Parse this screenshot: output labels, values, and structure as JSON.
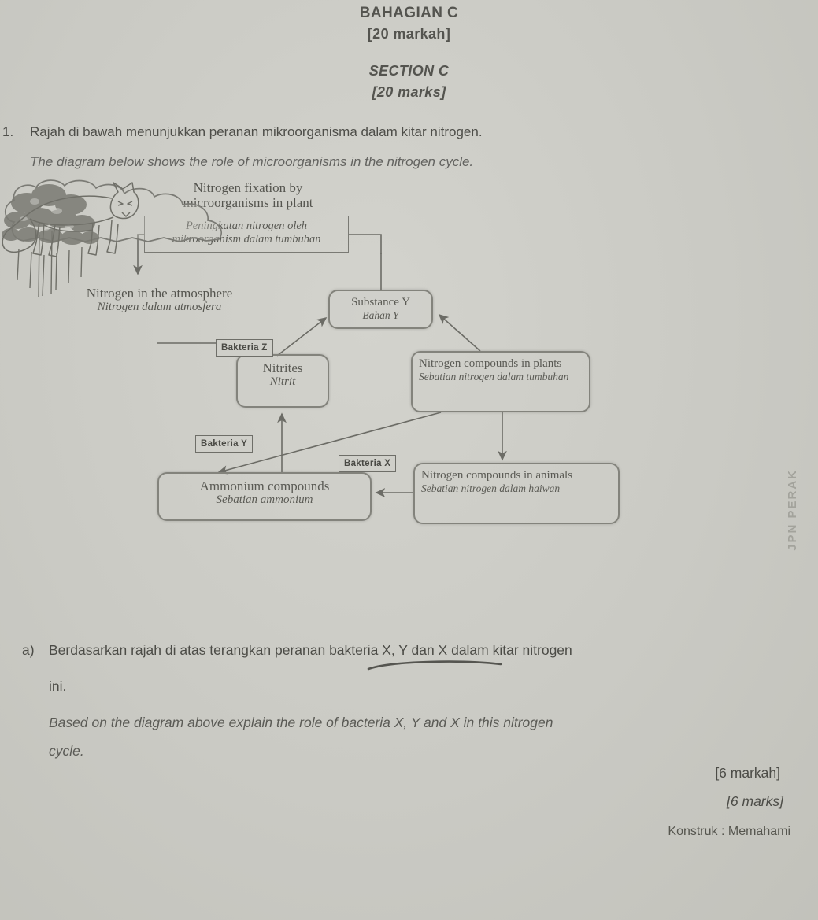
{
  "header": {
    "section_bm": "BAHAGIAN C",
    "marks_bm": "[20 markah]",
    "section_en": "SECTION C",
    "marks_en": "[20 marks]"
  },
  "question": {
    "number": "1.",
    "stem_bm": "Rajah di bawah menunjukkan peranan mikroorganisma dalam kitar nitrogen.",
    "stem_en": "The diagram below shows the role of microorganisms in the nitrogen cycle."
  },
  "diagram": {
    "fixation_title": "Nitrogen fixation by microorganisms in plant",
    "fixation_box_bm": "Peningkatan nitrogen oleh mikroorganism dalam tumbuhan",
    "atmosphere": {
      "en": "Nitrogen in the atmosphere",
      "bm": "Nitrogen dalam atmosfera"
    },
    "substance_y": {
      "en": "Substance Y",
      "bm": "Bahan Y"
    },
    "nitrites": {
      "en": "Nitrites",
      "bm": "Nitrit"
    },
    "plants": {
      "en": "Nitrogen compounds in plants",
      "bm": "Sebatian nitrogen dalam tumbuhan"
    },
    "animals": {
      "en": "Nitrogen compounds in animals",
      "bm": "Sebatian nitrogen dalam haiwan"
    },
    "ammonium": {
      "en": "Ammonium compounds",
      "bm": "Sebatian ammonium"
    },
    "bacteria_z": "Bakteria Z",
    "bacteria_y": "Bakteria Y",
    "bacteria_x": "Bakteria X",
    "watermark": "JPN PERAK"
  },
  "part_a": {
    "letter": "a)",
    "bm_line1": "Berdasarkan rajah di atas terangkan peranan bakteria X, Y dan X dalam kitar nitrogen",
    "bm_line2": "ini.",
    "en_line1": "Based on the diagram above explain the role of bacteria X, Y and X in this nitrogen",
    "en_line2": "cycle.",
    "marks_bm": "[6 markah]",
    "marks_en": "[6 marks]",
    "konstruk": "Konstruk : Memahami"
  }
}
